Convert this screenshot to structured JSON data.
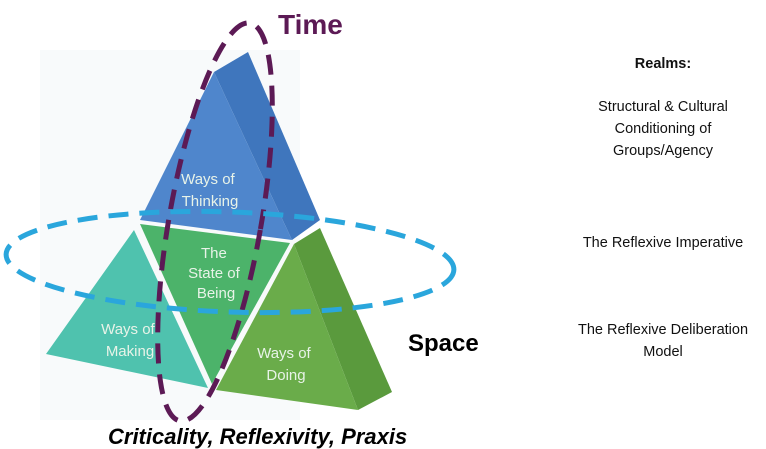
{
  "diagram": {
    "time_label": "Time",
    "space_label": "Space",
    "caption": "Criticality, Reflexivity, Praxis",
    "triangles": {
      "thinking": "Ways of\nThinking",
      "being": "The\nState of\nBeing",
      "making": "Ways of\nMaking",
      "doing": "Ways of\nDoing"
    },
    "colors": {
      "time_accent": "#5c1a55",
      "space_ellipse": "#2aa6dc",
      "thinking_face": "#4f86cc",
      "thinking_side": "#3f76bd",
      "being_face": "#4cb36a",
      "making_face": "#4fc2ae",
      "doing_face": "#6aac4a",
      "doing_side": "#5a9a3d"
    }
  },
  "realms": {
    "title": "Realms:",
    "items": [
      "Structural & Cultural\nConditioning of\nGroups/Agency",
      "The Reflexive Imperative",
      "The Reflexive Deliberation\nModel"
    ]
  }
}
